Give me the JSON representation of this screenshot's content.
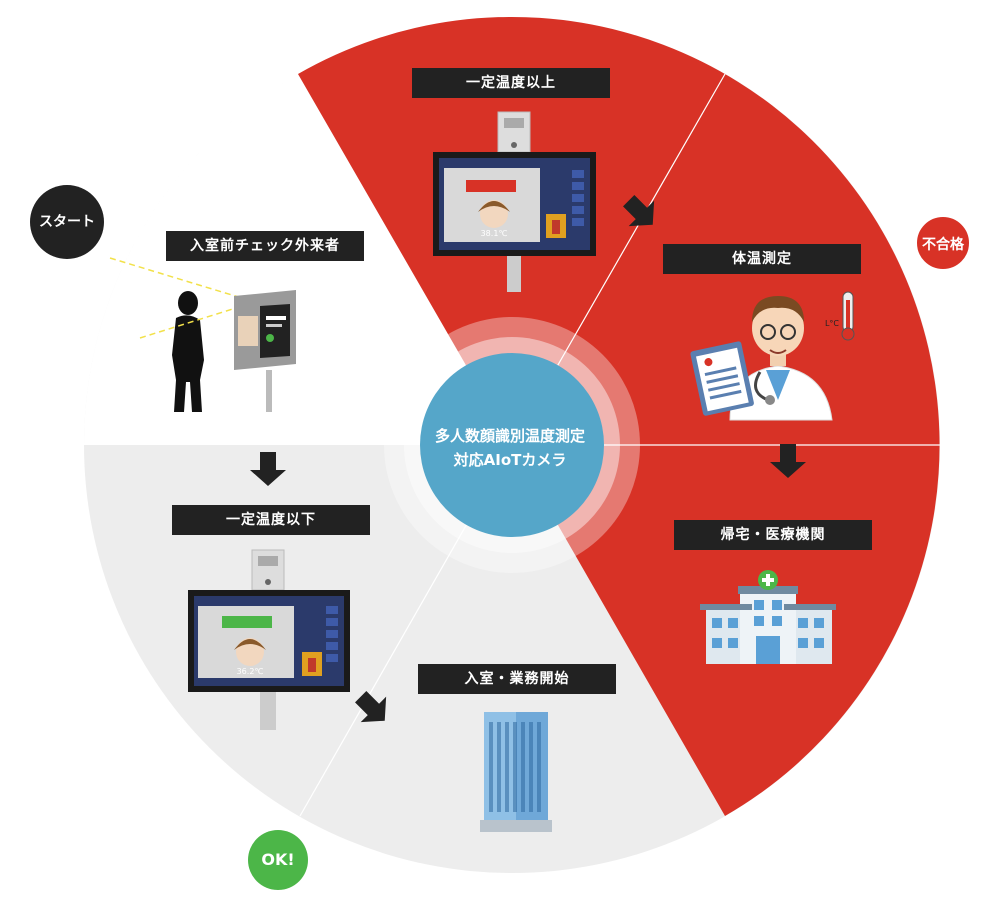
{
  "colors": {
    "red": "#D83226",
    "gray_sector": "#EDEDED",
    "center_blue": "#55A6C9",
    "dark": "#222222",
    "ok_green": "#4CB648"
  },
  "badges": {
    "start": "スタート",
    "fail": "不合格",
    "ok": "OK!"
  },
  "center": {
    "line1": "多人数顔識別温度測定",
    "line2": "対応AIoTカメラ"
  },
  "labels": {
    "entry_check": "入室前チェック外来者",
    "above_temp": "一定温度以上",
    "below_temp": "一定温度以下",
    "body_temp": "体温測定",
    "go_home": "帰宅・医療機関",
    "enter_work": "入室・業務開始"
  },
  "screen_texts": {
    "above_reading": "38.1℃",
    "below_reading": "36.2℃",
    "thermometer_unit": "L°C"
  },
  "icons": [
    "person-silhouette-icon",
    "camera-kiosk-icon",
    "monitor-icon",
    "doctor-icon",
    "hospital-icon",
    "office-building-icon",
    "arrow-icon"
  ]
}
